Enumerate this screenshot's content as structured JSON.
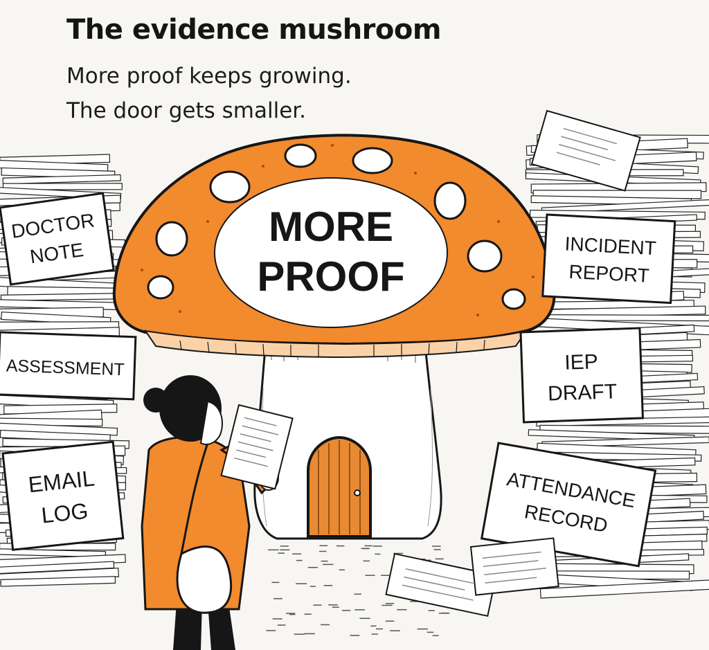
{
  "header": {
    "title": "The evidence mushroom",
    "subtitle_line1": "More proof keeps growing.",
    "subtitle_line2": "The door gets smaller."
  },
  "mushroom": {
    "cap_line1": "MORE",
    "cap_line2": "PROOF"
  },
  "labels": {
    "doctor_note_line1": "DOCTOR",
    "doctor_note_line2": "NOTE",
    "assessment": "ASSESSMENT",
    "email_log_line1": "EMAIL",
    "email_log_line2": "LOG",
    "incident_report_line1": "INCIDENT",
    "incident_report_line2": "REPORT",
    "iep_draft_line1": "IEP",
    "iep_draft_line2": "DRAFT",
    "attendance_record_line1": "ATTENDANCE",
    "attendance_record_line2": "RECORD"
  },
  "colors": {
    "accent_orange": "#f28a2e",
    "ink": "#161616",
    "paper": "#ffffff",
    "background": "#f7f6f3",
    "door_wood": "#e88a33"
  }
}
